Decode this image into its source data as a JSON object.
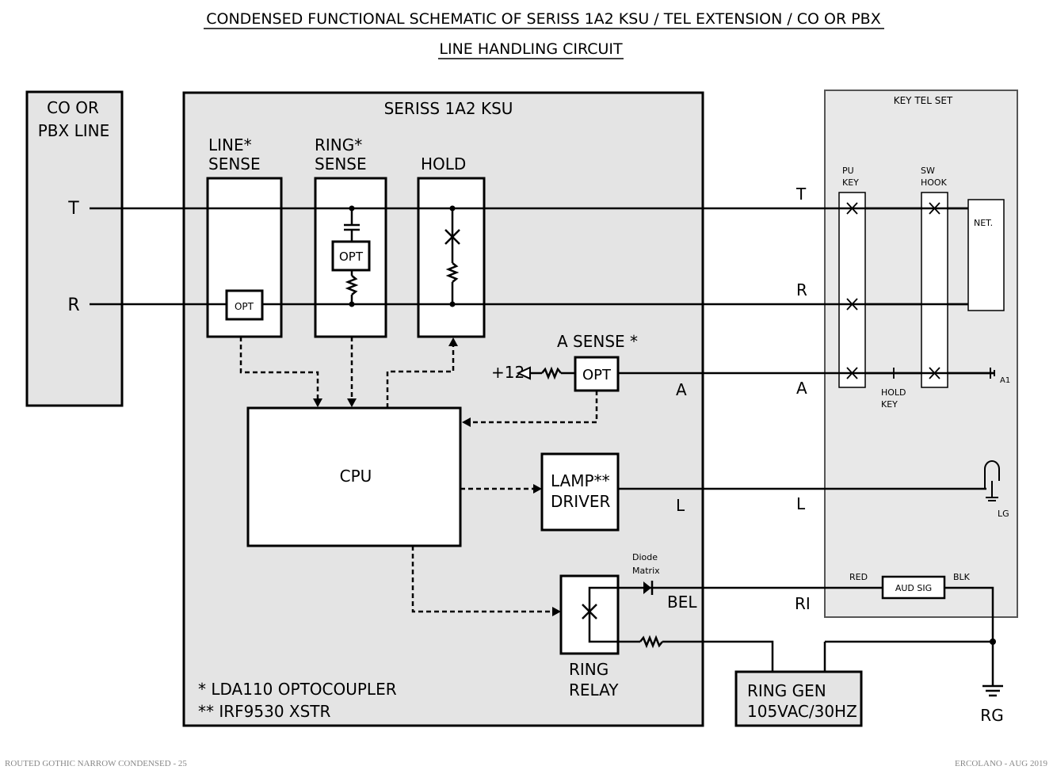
{
  "title": {
    "line1": "CONDENSED FUNCTIONAL SCHEMATIC OF SERISS 1A2 KSU / TEL EXTENSION / CO OR PBX",
    "line2": "LINE HANDLING CIRCUIT"
  },
  "co_box": {
    "line1": "CO  OR",
    "line2": "PBX  LINE",
    "tip": "T",
    "ring": "R"
  },
  "ksu": {
    "title": "SERISS 1A2 KSU",
    "line_sense": {
      "line1": "LINE*",
      "line2": "SENSE"
    },
    "ring_sense": {
      "line1": "RING*",
      "line2": "SENSE"
    },
    "hold": "HOLD",
    "opt": "OPT",
    "a_sense": "A SENSE *",
    "plus12": "+12",
    "cpu": "CPU",
    "lamp_driver": {
      "line1": "LAMP**",
      "line2": "DRIVER"
    },
    "ring_relay": {
      "line1": "RING",
      "line2": "RELAY"
    },
    "diode_matrix": {
      "line1": "Diode",
      "line2": "Matrix"
    },
    "notes": {
      "line1": "* LDA110 OPTOCOUPLER",
      "line2": "** IRF9530 XSTR"
    }
  },
  "leads": {
    "a_inner": "A",
    "l_inner": "L",
    "bel": "BEL",
    "t": "T",
    "r": "R",
    "a": "A",
    "l": "L",
    "ri": "RI"
  },
  "key_tel_set": {
    "title": "KEY TEL SET",
    "pu_key": {
      "line1": "PU",
      "line2": "KEY"
    },
    "sw_hook": {
      "line1": "SW",
      "line2": "HOOK"
    },
    "net": "NET.",
    "hold_key": {
      "line1": "HOLD",
      "line2": "KEY"
    },
    "a1": "A1",
    "lg": "LG",
    "red": "RED",
    "blk": "BLK",
    "aud_sig": "AUD SIG"
  },
  "ring_gen": {
    "line1": "RING GEN",
    "line2": "105VAC/30HZ"
  },
  "rg": "RG",
  "footer": {
    "left": "ROUTED GOTHIC NARROW CONDENSED - 25",
    "right": "ERCOLANO - AUG 2019"
  }
}
